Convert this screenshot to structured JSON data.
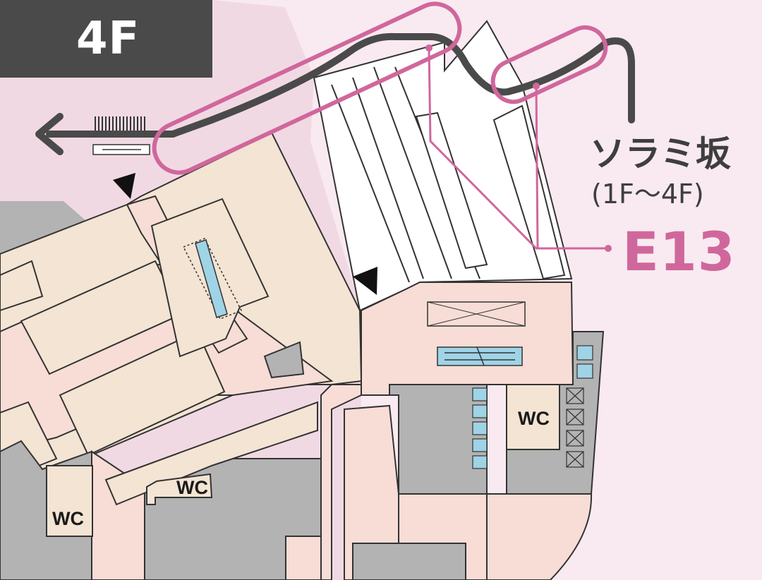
{
  "floor": {
    "label": "4F"
  },
  "place": {
    "name": "ソラミ坂",
    "floors": "(1F〜4F)"
  },
  "exit": {
    "code": "E13"
  },
  "facilities": {
    "wc_1": "WC",
    "wc_2": "WC",
    "wc_3": "WC"
  },
  "colors": {
    "background": "#f8eaf0",
    "zone_pink": "#f1d9e3",
    "corridor": "#f7ddd5",
    "shop": "#f3e4d3",
    "building_gray": "#b3b3b3",
    "route_line": "#4a4a4a",
    "highlight": "#d0679c",
    "elevator_blue": "#9fd3e6"
  },
  "icons": [
    "left-arrow-icon",
    "entrance-triangle-icon",
    "elevator-icon",
    "locker-icon",
    "escalator-icon"
  ]
}
